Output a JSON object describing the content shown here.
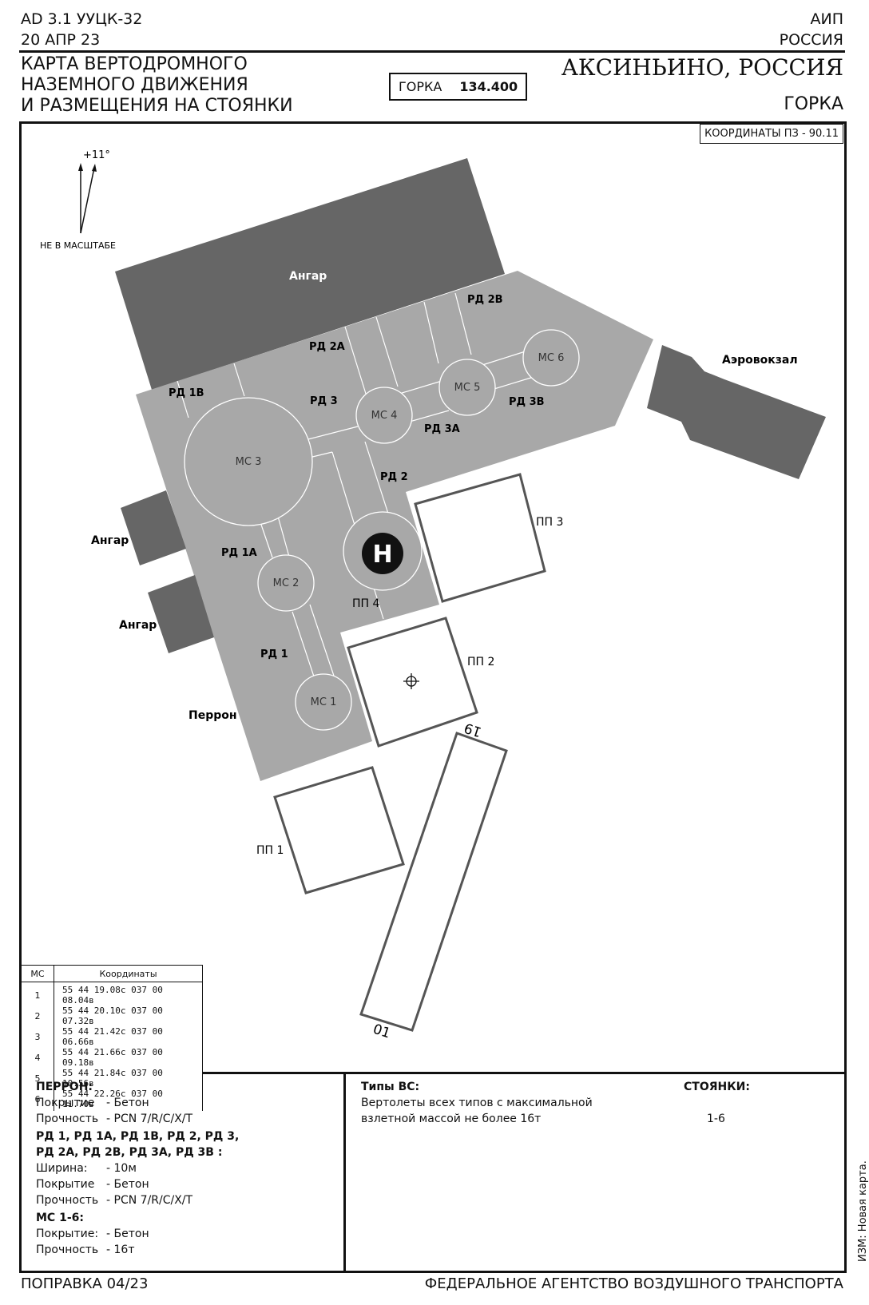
{
  "header": {
    "doc_ref": "AD 3.1 УУЦК-32",
    "date": "20 АПР 23",
    "aip": "АИП",
    "country": "РОССИЯ",
    "chart_title_lines": [
      "КАРТА ВЕРТОДРОМНОГО",
      "НАЗЕМНОГО ДВИЖЕНИЯ",
      "И РАЗМЕЩЕНИЯ НА СТОЯНКИ"
    ],
    "freq_label": "ГОРКА",
    "freq_value": "134.400",
    "aerodrome": "АКСИНЬИНО, РОССИЯ",
    "aerodrome_sub": "ГОРКА"
  },
  "map": {
    "coords_system": "КООРДИНАТЫ ПЗ - 90.11",
    "north": {
      "variation": "+11°",
      "scale_note": "НЕ В МАСШТАБЕ"
    },
    "labels": {
      "hangar_main": "Ангар",
      "hangar_left_1": "Ангар",
      "hangar_left_2": "Ангар",
      "terminal": "Аэровокзал",
      "apron": "Перрон",
      "rd_1": "РД 1",
      "rd_1a": "РД 1А",
      "rd_1b": "РД 1В",
      "rd_2": "РД 2",
      "rd_2a": "РД 2А",
      "rd_2b": "РД 2В",
      "rd_3": "РД 3",
      "rd_3a": "РД 3А",
      "rd_3b": "РД 3В",
      "mc_1": "МС 1",
      "mc_2": "МС 2",
      "mc_3": "МС 3",
      "mc_4": "МС 4",
      "mc_5": "МС 5",
      "mc_6": "МС 6",
      "pp_1": "ПП 1",
      "pp_2": "ПП 2",
      "pp_3": "ПП 3",
      "pp_4": "ПП 4",
      "heli_symbol": "H",
      "rwy_19": "19",
      "rwy_01": "01"
    }
  },
  "stands_table": {
    "headers": [
      "МС",
      "Координаты"
    ],
    "rows": [
      {
        "mc": "1",
        "coords": "55 44 19.08с  037 00 08.04в"
      },
      {
        "mc": "2",
        "coords": "55 44 20.10с  037 00 07.32в"
      },
      {
        "mc": "3",
        "coords": "55 44 21.42с  037 00 06.66в"
      },
      {
        "mc": "4",
        "coords": "55 44 21.66с  037 00 09.18в"
      },
      {
        "mc": "5",
        "coords": "55 44 21.84с  037 00 10.56в"
      },
      {
        "mc": "6",
        "coords": "55 44 22.26с  037 00 11.70в"
      }
    ]
  },
  "notes": {
    "apron_title": "ПЕРРОН:",
    "apron_surface_k": "Покрытие",
    "apron_surface_v": "- Бетон",
    "apron_strength_k": "Прочность",
    "apron_strength_v": "- PCN 7/R/C/X/T",
    "twy_title_1": "РД 1, РД 1А, РД 1В, РД 2, РД 3,",
    "twy_title_2": "РД 2А, РД 2В, РД 3А, РД 3В :",
    "twy_width_k": "Ширина:",
    "twy_width_v": "- 10м",
    "twy_surface_k": "Покрытие",
    "twy_surface_v": "- Бетон",
    "twy_strength_k": "Прочность",
    "twy_strength_v": "- PCN 7/R/C/X/T",
    "mc_title": "МС 1-6:",
    "mc_surface_k": "Покрытие:",
    "mc_surface_v": "- Бетон",
    "mc_strength_k": "Прочность",
    "mc_strength_v": "- 16т",
    "ac_title": "Типы ВС:",
    "ac_line_1": "Вертолеты всех типов с максимальной",
    "ac_line_2": "взлетной массой не более 16т",
    "stands_title": "СТОЯНКИ:",
    "stands_value": "1-6"
  },
  "side_note": "ИЗМ: Новая карта.",
  "footer": {
    "amendment": "ПОПРАВКА 04/23",
    "agency": "ФЕДЕРАЛЬНОЕ АГЕНТСТВО ВОЗДУШНОГО ТРАНСПОРТА"
  }
}
